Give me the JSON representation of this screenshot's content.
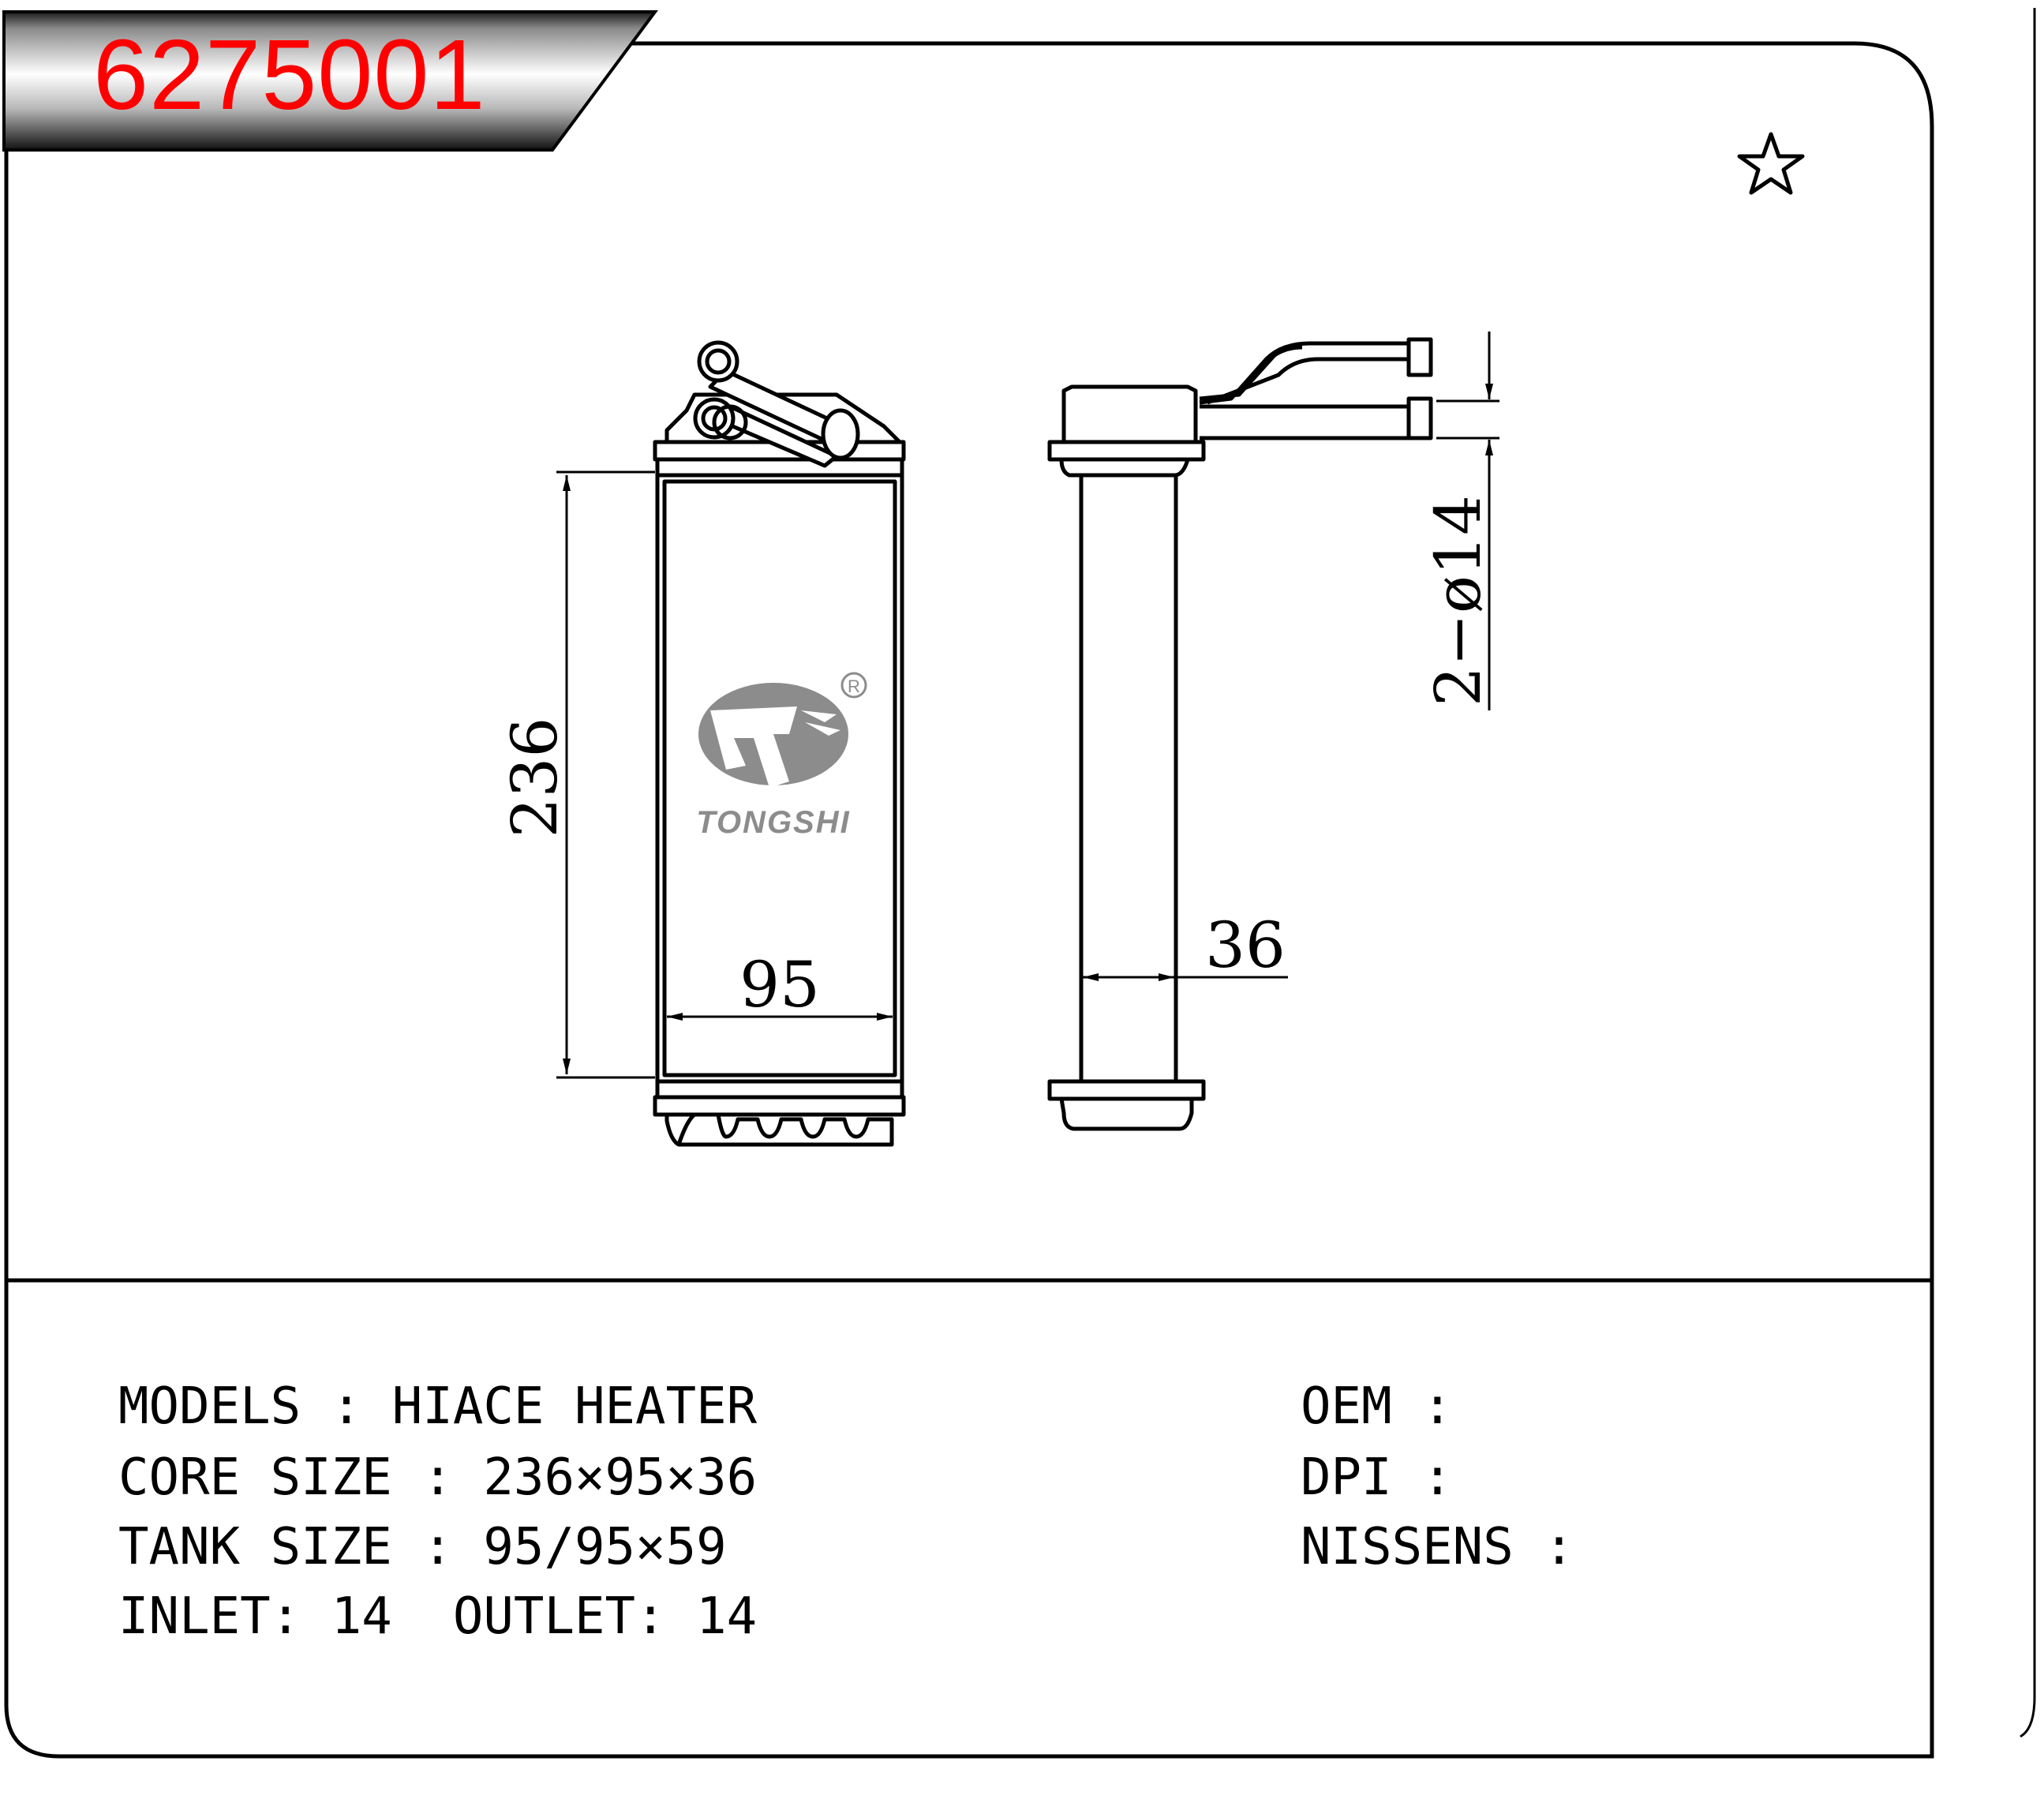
{
  "part_number": "6275001",
  "brand": {
    "logo_text": "TONGSHI",
    "registered_mark": "R",
    "colors": {
      "logo": "#8c8c8c"
    }
  },
  "dimensions": {
    "height": "236",
    "width": "95",
    "depth": "36",
    "pipes": "2−ø14"
  },
  "specs": {
    "models": "MODELS : HIACE HEATER",
    "core_size": "CORE SIZE : 236×95×36",
    "tank_size": "TANK SIZE : 95/95×59",
    "inlet_outlet": "INLET: 14  OUTLET: 14",
    "oem": "OEM :",
    "dpi": "DPI :",
    "nissens": "NISSENS :"
  },
  "icons": {
    "star": "star-outline-icon"
  },
  "colors": {
    "part_number": "#ff0000",
    "lines": "#000000"
  }
}
